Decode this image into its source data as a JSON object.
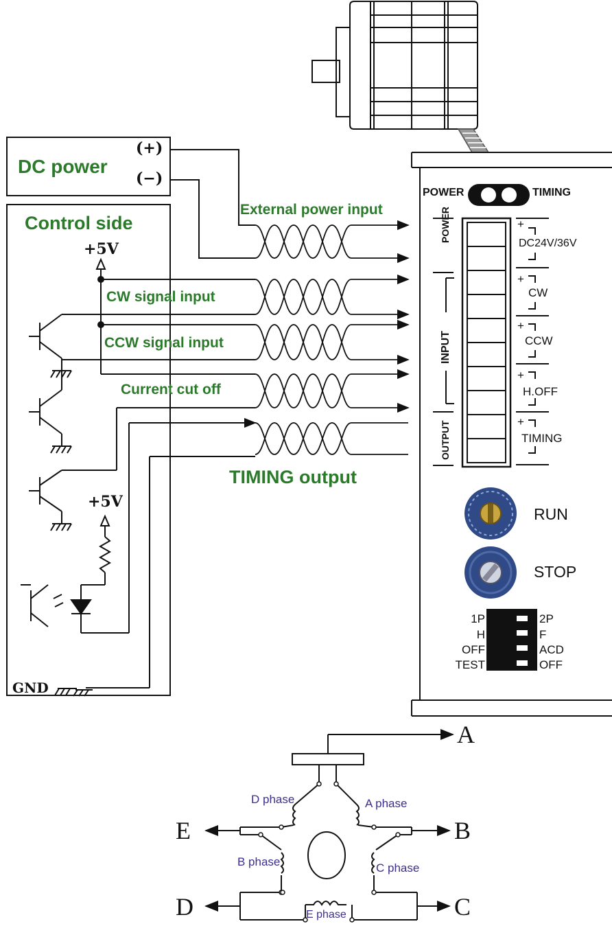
{
  "dc_power": {
    "label": "DC power",
    "plus": "(+)",
    "minus": "(−)"
  },
  "control": {
    "title": "Control side",
    "vcc1": "+5V",
    "vcc2": "+5V",
    "gnd": "GND"
  },
  "signals": {
    "external_power": "External power input",
    "cw": "CW signal input",
    "ccw": "CCW signal input",
    "current_cut": "Current cut off",
    "timing_out": "TIMING output"
  },
  "driver": {
    "power": "POWER",
    "timing": "TIMING",
    "group_power": "POWER",
    "group_input": "INPUT",
    "group_output": "OUTPUT",
    "terminals": [
      "DC24V/36V",
      "CW",
      "CCW",
      "H.OFF",
      "TIMING"
    ],
    "run": "RUN",
    "stop": "STOP",
    "dip_left": [
      "1P",
      "H",
      "OFF",
      "TEST"
    ],
    "dip_right": [
      "2P",
      "F",
      "ACD",
      "OFF"
    ]
  },
  "motor": {
    "phases": [
      "A phase",
      "B phase",
      "C phase",
      "D phase",
      "E phase"
    ],
    "terminals": [
      "A",
      "B",
      "C",
      "D",
      "E"
    ]
  }
}
